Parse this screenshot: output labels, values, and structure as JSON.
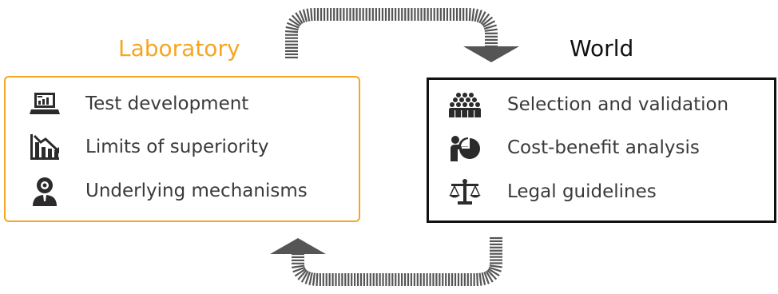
{
  "colors": {
    "laboratory_accent": "#f5a623",
    "world_border": "#111111",
    "arrow": "#555555",
    "icon": "#2b2b2b",
    "text": "#3a3a3a"
  },
  "laboratory": {
    "title": "Laboratory",
    "items": [
      {
        "label": "Test development",
        "icon": "laptop-chart-icon"
      },
      {
        "label": "Limits of superiority",
        "icon": "declining-chart-icon"
      },
      {
        "label": "Underlying mechanisms",
        "icon": "person-gear-icon"
      }
    ]
  },
  "world": {
    "title": "World",
    "items": [
      {
        "label": "Selection and validation",
        "icon": "crowd-icon"
      },
      {
        "label": "Cost-benefit analysis",
        "icon": "presenter-pie-icon"
      },
      {
        "label": "Legal guidelines",
        "icon": "scales-icon"
      }
    ]
  },
  "arrows": {
    "top": {
      "from": "laboratory",
      "to": "world"
    },
    "bottom": {
      "from": "world",
      "to": "laboratory"
    }
  }
}
